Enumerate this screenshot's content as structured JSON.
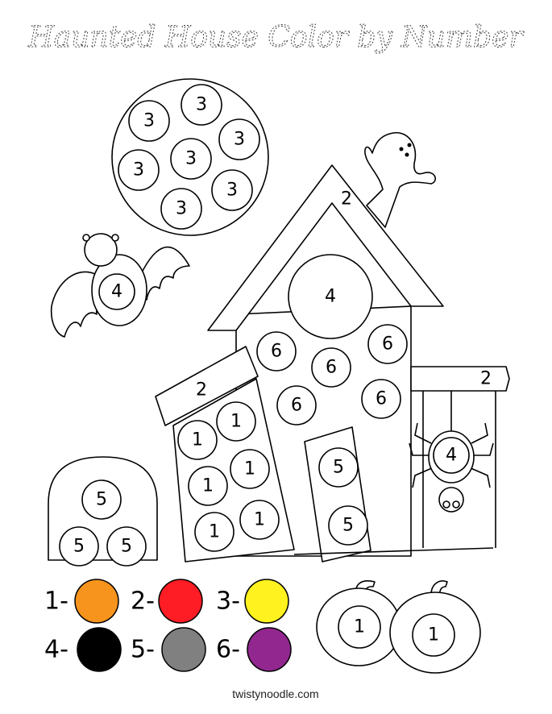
{
  "title": "Haunted House Color by Number",
  "footer": "twistynoodle.com",
  "labels": {
    "moon": [
      "3",
      "3",
      "3",
      "3",
      "3",
      "3",
      "3"
    ],
    "bat": "4",
    "roof": "2",
    "window_big": "4",
    "house_dots": [
      "6",
      "6",
      "6",
      "6",
      "6"
    ],
    "left_sign": "2",
    "left_wing": [
      "1",
      "1",
      "1",
      "1",
      "1",
      "1"
    ],
    "door": [
      "5",
      "5"
    ],
    "porch_sign": "2",
    "spider": "4",
    "tombstone": [
      "5",
      "5",
      "5"
    ],
    "pumpkins": [
      "1",
      "1"
    ]
  },
  "legend": [
    {
      "label": "1-",
      "color": "#F7941D",
      "name": "orange"
    },
    {
      "label": "2-",
      "color": "#FF1D25",
      "name": "red"
    },
    {
      "label": "3-",
      "color": "#FFF21E",
      "name": "yellow"
    },
    {
      "label": "4-",
      "color": "#000000",
      "name": "black"
    },
    {
      "label": "5-",
      "color": "#808080",
      "name": "gray"
    },
    {
      "label": "6-",
      "color": "#92278F",
      "name": "purple"
    }
  ]
}
